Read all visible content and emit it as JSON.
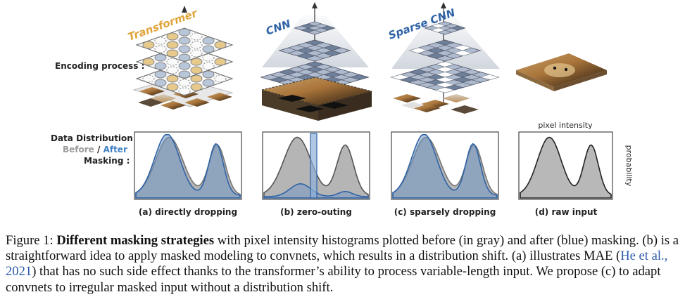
{
  "figure": {
    "labels": {
      "encoding": "Encoding process :",
      "data_dist_1": "Data Distribution",
      "before": "Before",
      "slash": " / ",
      "after": "After",
      "masking": "Masking :",
      "pixel_intensity": "pixel intensity",
      "probability": "probability"
    },
    "models": {
      "transformer": "Transformer",
      "cnn": "CNN",
      "sparse_cnn": "Sparse CNN"
    },
    "panels": [
      {
        "label": "(a) directly dropping"
      },
      {
        "label": "(b) zero-outing"
      },
      {
        "label": "(c) sparsely dropping"
      },
      {
        "label": "(d) raw input"
      }
    ],
    "colors": {
      "transformer": "#e0a43a",
      "cnn_blue": "#2f63a6",
      "after_blue": "#4a86c6",
      "before_gray": "#a8a8a8"
    }
  },
  "caption": {
    "prefix": "Figure 1: ",
    "bold": "Different masking strategies",
    "t1": " with pixel intensity histograms plotted before (in gray) and after (blue) masking. (b) is a straightforward idea to apply masked modeling to convnets, which results in a distribution shift. (a) illustrates MAE (",
    "cite": "He et al., 2021",
    "t2": ") that has no such side effect thanks to the transformer’s ability to process variable-length input. We propose (c) to adapt convnets to irregular masked input without a distribution shift."
  }
}
